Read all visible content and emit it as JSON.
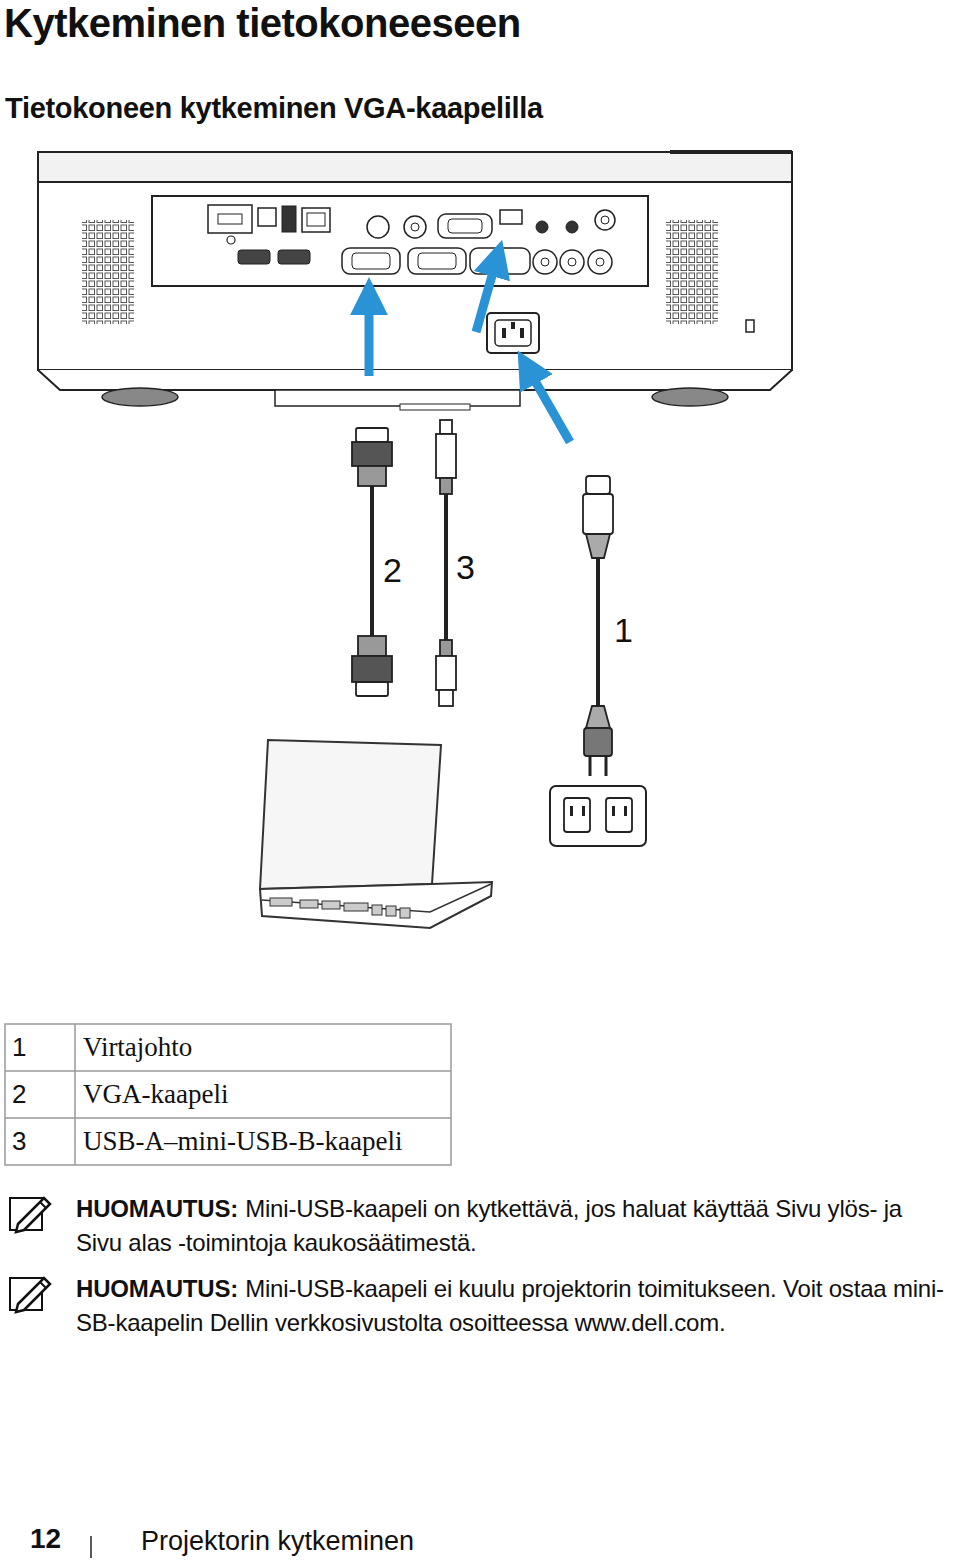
{
  "diagram": {
    "title": "Kytkeminen tietokoneeseen",
    "labels": [
      "Tietokoneen kytkeminen VGA-kaapelilla",
      "2",
      "3",
      "1",
      "1",
      "Virtajohto",
      "2",
      "VGA-kaapeli",
      "3",
      "USB-A–mini-USB-B-kaapeli",
      "HUOMAUTUS:",
      "Mini-USB-kaapeli on kytkettävä, jos haluat käyttää Sivu ylös- ja Sivu alas -toimintoja kaukosäätimestä.",
      "HUOMAUTUS:",
      "Mini-USB-kaapeli ei kuulu projektorin toimitukseen. Voit ostaa mini-SB-kaapelin Dellin verkkosivustolta osoitteessa www.dell.com.",
      "12",
      "Projektorin kytkeminen"
    ]
  }
}
